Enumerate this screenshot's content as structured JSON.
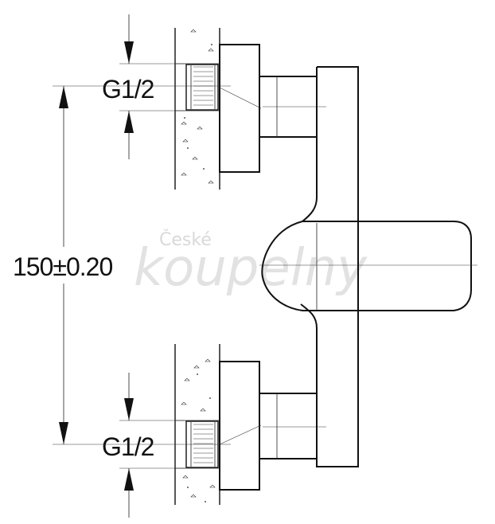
{
  "dimensions": {
    "upper_thread": "G1/2",
    "lower_thread": "G1/2",
    "center_distance": "150±0.20"
  },
  "watermark": {
    "line1": "České",
    "line2": "koupelny"
  }
}
